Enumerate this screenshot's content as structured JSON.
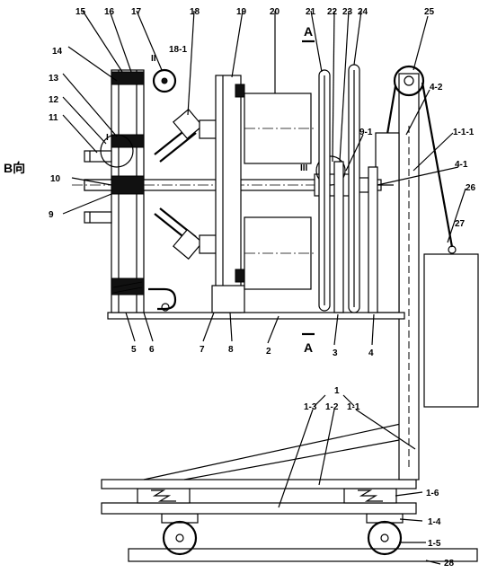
{
  "view_label": "B向",
  "section_label": "A",
  "detail_marks": [
    "I",
    "II",
    "III"
  ],
  "leader_labels": [
    "1",
    "1-1",
    "1-2",
    "1-3",
    "1-4",
    "1-5",
    "1-6",
    "1-1-1",
    "2",
    "3",
    "4",
    "4-1",
    "4-2",
    "5",
    "6",
    "7",
    "8",
    "9",
    "9-1",
    "10",
    "11",
    "12",
    "13",
    "14",
    "15",
    "16",
    "17",
    "18",
    "18-1",
    "19",
    "20",
    "21",
    "22",
    "23",
    "24",
    "25",
    "26",
    "27",
    "28"
  ]
}
